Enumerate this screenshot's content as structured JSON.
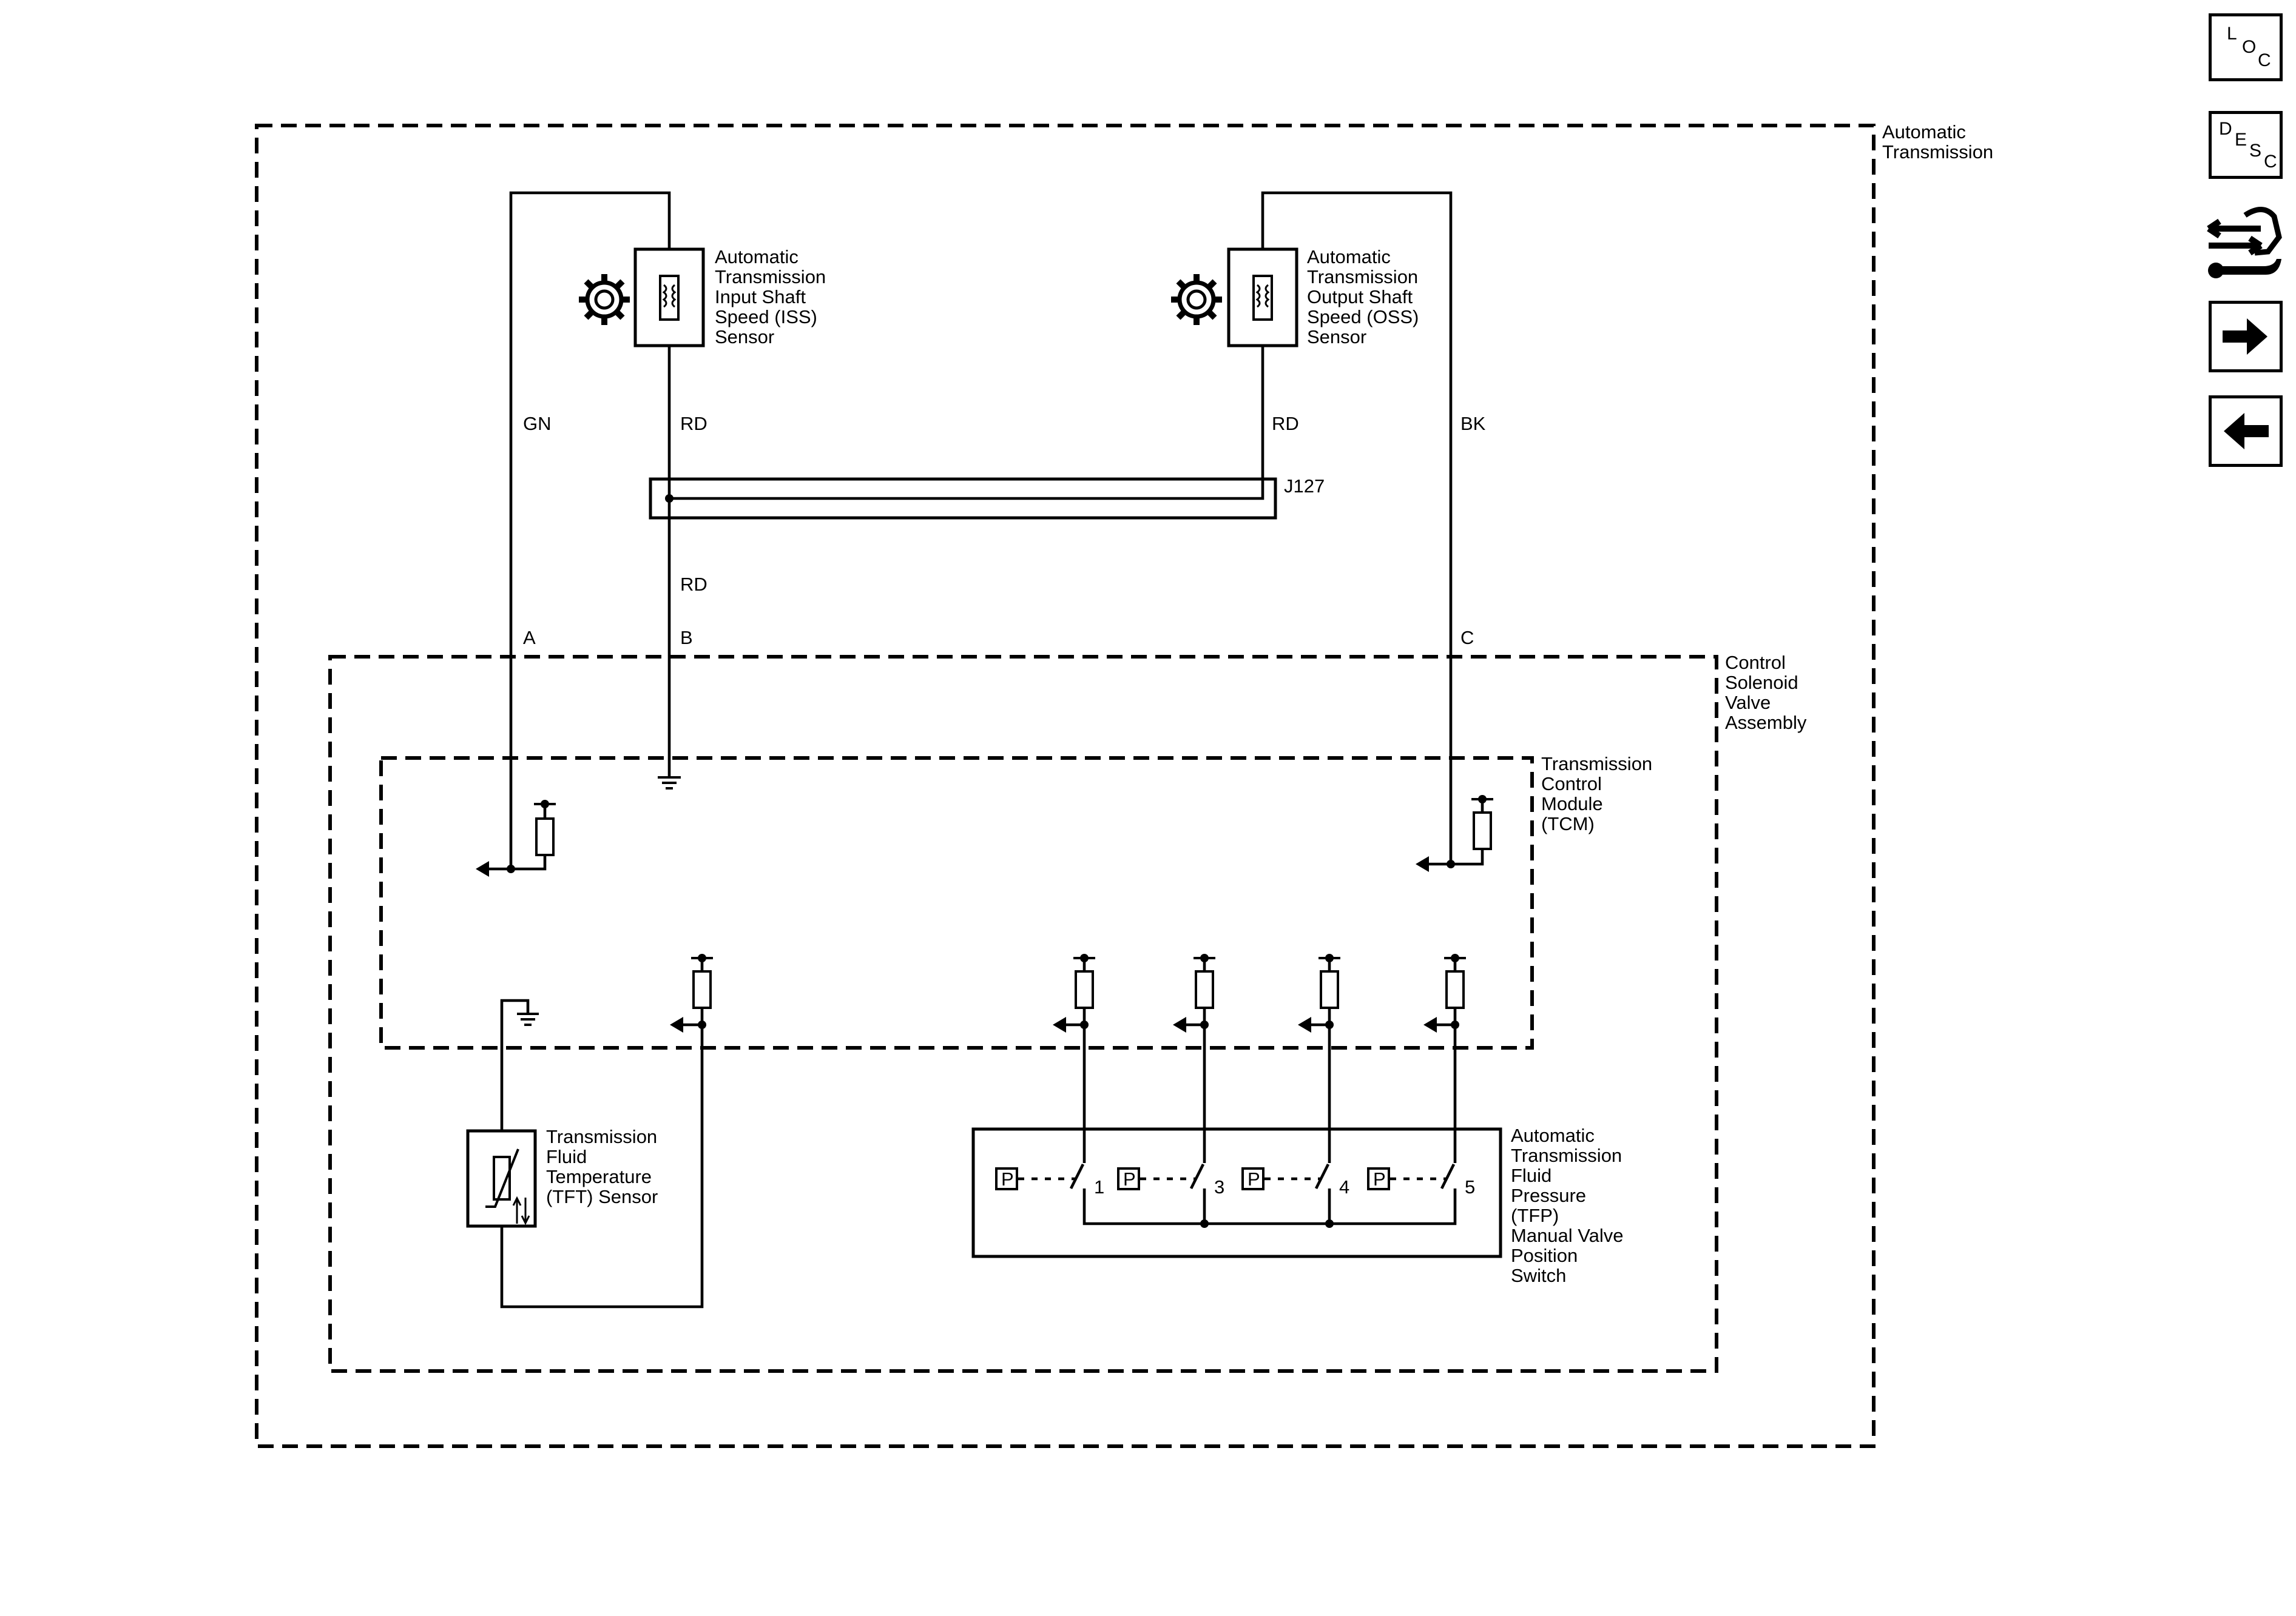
{
  "boundaries": {
    "automatic_transmission": "Automatic\nTransmission",
    "control_solenoid_valve_assembly": "Control\nSolenoid\nValve\nAssembly",
    "tcm": "Transmission\nControl\nModule\n(TCM)"
  },
  "components": {
    "iss_sensor": "Automatic\nTransmission\nInput Shaft\nSpeed (ISS)\nSensor",
    "oss_sensor": "Automatic\nTransmission\nOutput Shaft\nSpeed (OSS)\nSensor",
    "tft_sensor": "Transmission\nFluid\nTemperature\n(TFT) Sensor",
    "tfp_switch": "Automatic\nTransmission\nFluid\nPressure\n(TFP)\nManual Valve\nPosition\nSwitch",
    "splice_pack": "J127"
  },
  "wires": {
    "gn": "GN",
    "rd_iss": "RD",
    "rd_oss": "RD",
    "bk": "BK",
    "rd_lower": "RD"
  },
  "pins": {
    "a": "A",
    "b": "B",
    "c": "C"
  },
  "switches": [
    {
      "symbol": "P",
      "number": "1"
    },
    {
      "symbol": "P",
      "number": "3"
    },
    {
      "symbol": "P",
      "number": "4"
    },
    {
      "symbol": "P",
      "number": "5"
    }
  ],
  "nav": {
    "loc": [
      "L",
      "O",
      "C"
    ],
    "desc": [
      "D",
      "E",
      "S",
      "C"
    ]
  }
}
